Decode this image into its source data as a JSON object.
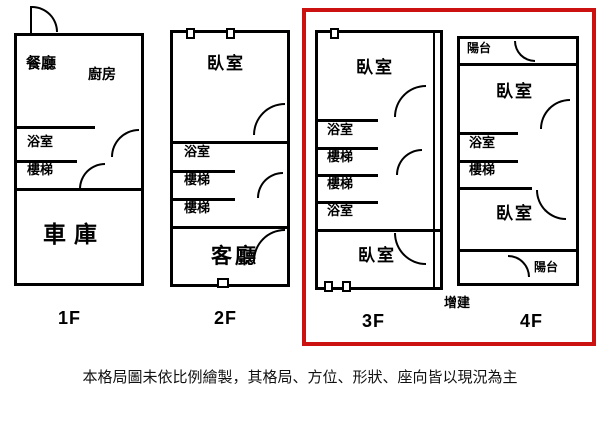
{
  "floors": [
    {
      "label": "1F",
      "rooms": [
        {
          "name": "餐廳"
        },
        {
          "name": "廚房"
        },
        {
          "name": "浴室"
        },
        {
          "name": "樓梯"
        },
        {
          "name": "車庫"
        }
      ]
    },
    {
      "label": "2F",
      "rooms": [
        {
          "name": "臥室"
        },
        {
          "name": "浴室"
        },
        {
          "name": "樓梯"
        },
        {
          "name": "樓梯"
        },
        {
          "name": "客廳"
        }
      ]
    },
    {
      "label": "3F",
      "rooms": [
        {
          "name": "臥室"
        },
        {
          "name": "浴室"
        },
        {
          "name": "樓梯"
        },
        {
          "name": "樓梯"
        },
        {
          "name": "浴室"
        },
        {
          "name": "臥室"
        }
      ]
    },
    {
      "label": "4F",
      "rooms": [
        {
          "name": "陽台"
        },
        {
          "name": "臥室"
        },
        {
          "name": "浴室"
        },
        {
          "name": "樓梯"
        },
        {
          "name": "臥室"
        },
        {
          "name": "陽台"
        }
      ]
    }
  ],
  "annotation": {
    "text": "增建"
  },
  "highlight": {
    "color": "#cc1111"
  },
  "disclaimer": {
    "text": "本格局圖未依比例繪製，其格局、方位、形狀、座向皆以現況為主"
  }
}
